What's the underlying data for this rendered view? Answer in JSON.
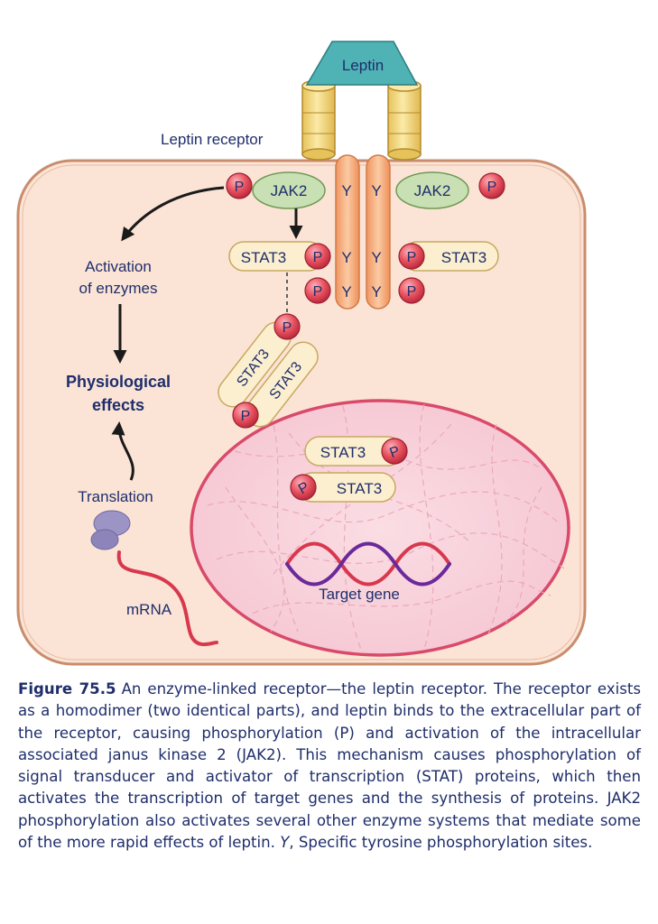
{
  "labels": {
    "leptin": "Leptin",
    "leptin_receptor": "Leptin receptor",
    "jak2": "JAK2",
    "stat3": "STAT3",
    "phosphate": "P",
    "tyrosine": "Y",
    "activation_line1": "Activation",
    "activation_line2": "of enzymes",
    "physio_line1": "Physiological",
    "physio_line2": "effects",
    "translation": "Translation",
    "mrna": "mRNA",
    "target_gene": "Target gene"
  },
  "caption": {
    "label": "Figure 75.5",
    "text_main": "An enzyme-linked receptor—the leptin receptor. The receptor exists as a homodimer (two identical parts), and leptin binds to the extracellular part of the receptor, causing phosphorylation (P) and activation of the intracellular associated janus kinase 2 (JAK2). This mechanism causes phosphorylation of signal transducer and activator of transcription (STAT) proteins, which then activates the transcription of target genes and the synthesis of proteins. JAK2 phosphorylation also activates several other enzyme systems that mediate some of the more rapid effects of leptin.",
    "y_italic": "Y",
    "y_def": ", Specific tyrosine phosphorylation sites."
  },
  "colors": {
    "cell_fill": "#fbe4d6",
    "cell_stroke": "#c98c6c",
    "nucleus_fill": "#f7cfd8",
    "nucleus_stroke": "#d94a6a",
    "receptor_orange": "#f6b184",
    "receptor_cylinder": "#f4dc8c",
    "leptin_teal": "#4fb2b5",
    "jak2_green": "#c9dfb4",
    "stat3_cream": "#fbefcf",
    "phosphate_red": "#e3475a",
    "text_navy": "#1f2e6b",
    "dna_red": "#d8384e",
    "dna_purple": "#6a2a9a",
    "ribosome": "#9c94c4",
    "mrna": "#d8384e"
  }
}
